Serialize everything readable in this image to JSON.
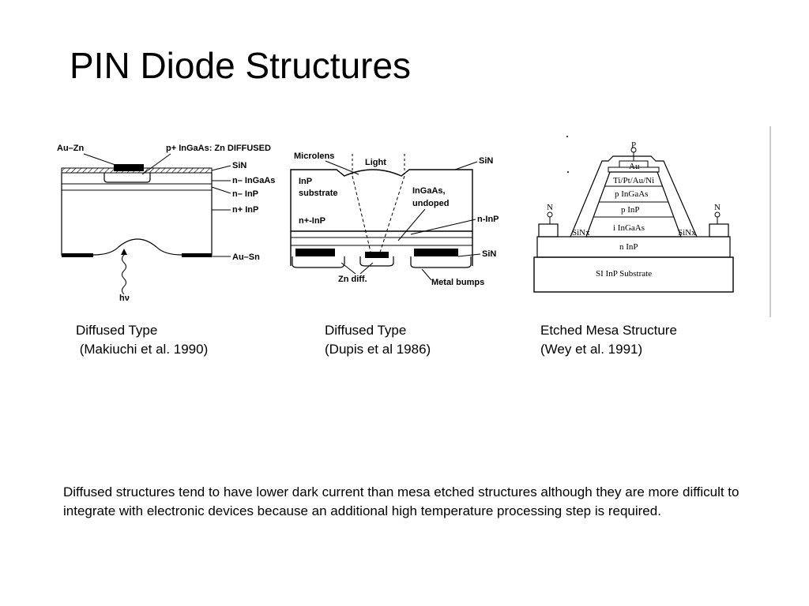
{
  "slide": {
    "title": "PIN Diode Structures",
    "summary": "Diffused structures tend to have lower dark current than mesa etched structures although they are more difficult to integrate with electronic devices because an additional high temperature processing step is required."
  },
  "diagrams": [
    {
      "labels": {
        "au_zn": "Au–Zn",
        "p_ingaas": "p+ InGaAs: Zn DIFFUSED",
        "sin": "SiN",
        "n_ingaas": "n– InGaAs",
        "n_inp": "n– InP",
        "np_inp": "n+ InP",
        "au_sn": "Au–Sn",
        "hv": "hν"
      },
      "caption": [
        "Diffused Type",
        " (Makiuchi et al. 1990)"
      ]
    },
    {
      "labels": {
        "microlens": "Microlens",
        "light": "Light",
        "sin_top": "SiN",
        "inp": "InP",
        "substrate": "substrate",
        "ingaas": "InGaAs,",
        "undoped": "undoped",
        "n_plus_inp": "n+-InP",
        "n_inp": "n-InP",
        "sin_bottom": "SiN",
        "zn_diff": "Zn diff.",
        "metal_bumps": "Metal bumps"
      },
      "caption": [
        "Diffused Type",
        "(Dupis et al 1986)"
      ]
    },
    {
      "labels": {
        "p": "P",
        "au": "Au",
        "metal": "Ti/Pt/Au/Ni",
        "p_ingaas": "p InGaAs",
        "p_inp": "p InP",
        "i_ingaas": "i  InGaAs",
        "n_inp": "n  InP",
        "substrate": "SI InP Substrate",
        "n_left": "N",
        "n_right": "N",
        "sinx_left": "SiNx",
        "sinx_right": "SiNx"
      },
      "caption": [
        "Etched Mesa Structure",
        "(Wey et al. 1991)"
      ]
    }
  ]
}
